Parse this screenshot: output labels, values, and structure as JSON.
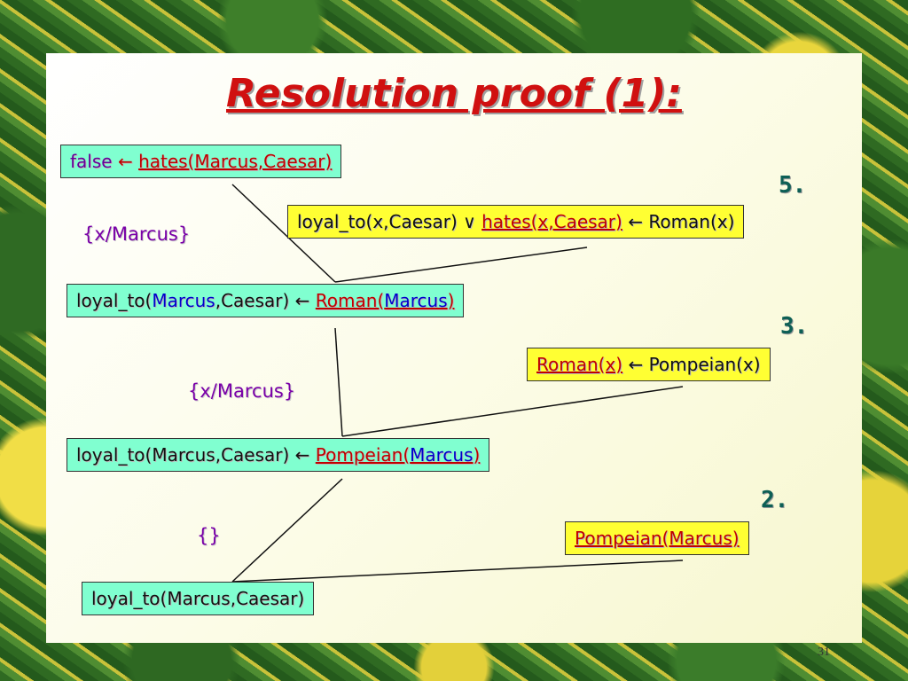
{
  "title": "Resolution proof (1):",
  "page_number": "31",
  "clause_numbers": {
    "c5": "5.",
    "c3": "3.",
    "c2": "2."
  },
  "substitutions": {
    "s1": "{x/Marcus}",
    "s2": "{x/Marcus}",
    "s3": "{}"
  },
  "arrow": "←",
  "or_symbol": "∨",
  "box_false": {
    "false": "false",
    "hates": "hates(Marcus,Caesar)"
  },
  "box_clause5": {
    "loyal": "loyal_to(x,Caesar)",
    "hates": "hates(x,Caesar)",
    "roman": "Roman(x)"
  },
  "box_loyal1": {
    "p1": "loyal_to(",
    "marcus": "Marcus",
    "p2": ",Caesar)",
    "roman": "Roman(",
    "marcus2": "Marcus",
    "close": ")"
  },
  "box_clause3": {
    "roman": "Roman(x)",
    "pompeian": "Pompeian(x)"
  },
  "box_loyal2": {
    "loyal": "loyal_to(Marcus,Caesar)",
    "pompeian": "Pompeian(",
    "marcus": "Marcus",
    "close": ")"
  },
  "box_clause2": {
    "text": "Pompeian(Marcus)"
  },
  "box_final": {
    "text": "loyal_to(Marcus,Caesar)"
  },
  "colors": {
    "slide_green_box": "#80ffd0",
    "slide_yellow_box": "#ffff33",
    "title_red": "#d01010"
  }
}
